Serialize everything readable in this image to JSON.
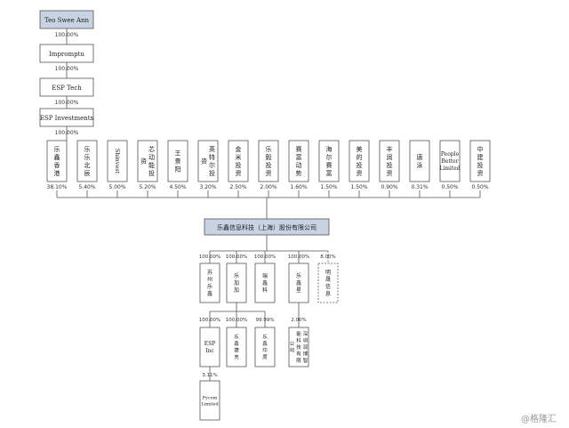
{
  "top_chain": [
    {
      "label": "Teo Swee Ann",
      "pct_below": "100.00%"
    },
    {
      "label": "Impromptu",
      "pct_below": "100.00%"
    },
    {
      "label": "ESP Tech",
      "pct_below": "100.00%"
    },
    {
      "label": "ESP Investments",
      "pct_below": "100.00%"
    }
  ],
  "shareholders": [
    {
      "label": "乐鑫香港",
      "pct": "38.10%"
    },
    {
      "label": "乐乐北辰",
      "pct": "5.40%"
    },
    {
      "label": "Shinvest",
      "pct": "5.00%"
    },
    {
      "label": "芯动能投资",
      "pct": "5.20%"
    },
    {
      "label": "王景阳",
      "pct": "4.50%"
    },
    {
      "label": "英特尔投资",
      "pct": "3.20%"
    },
    {
      "label": "金米投资",
      "pct": "2.50%"
    },
    {
      "label": "乐毅投资",
      "pct": "2.00%"
    },
    {
      "label": "赛富动势",
      "pct": "1.60%"
    },
    {
      "label": "海尔赛富",
      "pct": "1.50%"
    },
    {
      "label": "美的投资",
      "pct": "1.50%"
    },
    {
      "label": "丰润投资",
      "pct": "0.90%"
    },
    {
      "label": "唐泳",
      "pct": "0.31%"
    },
    {
      "label": "People Better Limited",
      "pct": "0.50%"
    },
    {
      "label": "中建投资",
      "pct": "0.50%"
    }
  ],
  "company": "乐鑫信息科技（上海）股份有限公司",
  "subsidiaries": [
    {
      "label": "苏州乐鑫",
      "pct": "100.00%",
      "dashed": false
    },
    {
      "label": "乐加加",
      "pct": "100.00%",
      "dashed": false
    },
    {
      "label": "瑞鑫科",
      "pct": "100.00%",
      "dashed": false
    },
    {
      "label": "乐鑫星",
      "pct": "100.00%",
      "dashed": false
    },
    {
      "label": "明晟信息",
      "pct": "8.00%",
      "dashed": true
    }
  ],
  "level3": [
    {
      "label": "ESP Inc",
      "pct": "100.00%"
    },
    {
      "label": "乐鑫捷充",
      "pct": "100.00%"
    },
    {
      "label": "乐鑫印度",
      "pct": "99.99%"
    },
    {
      "label": "深圳润博智能科技有限公司",
      "pct": "2.00%"
    }
  ],
  "level4": {
    "label": "Pycom Limited",
    "pct": "3.11%"
  },
  "watermark": "@格隆汇"
}
